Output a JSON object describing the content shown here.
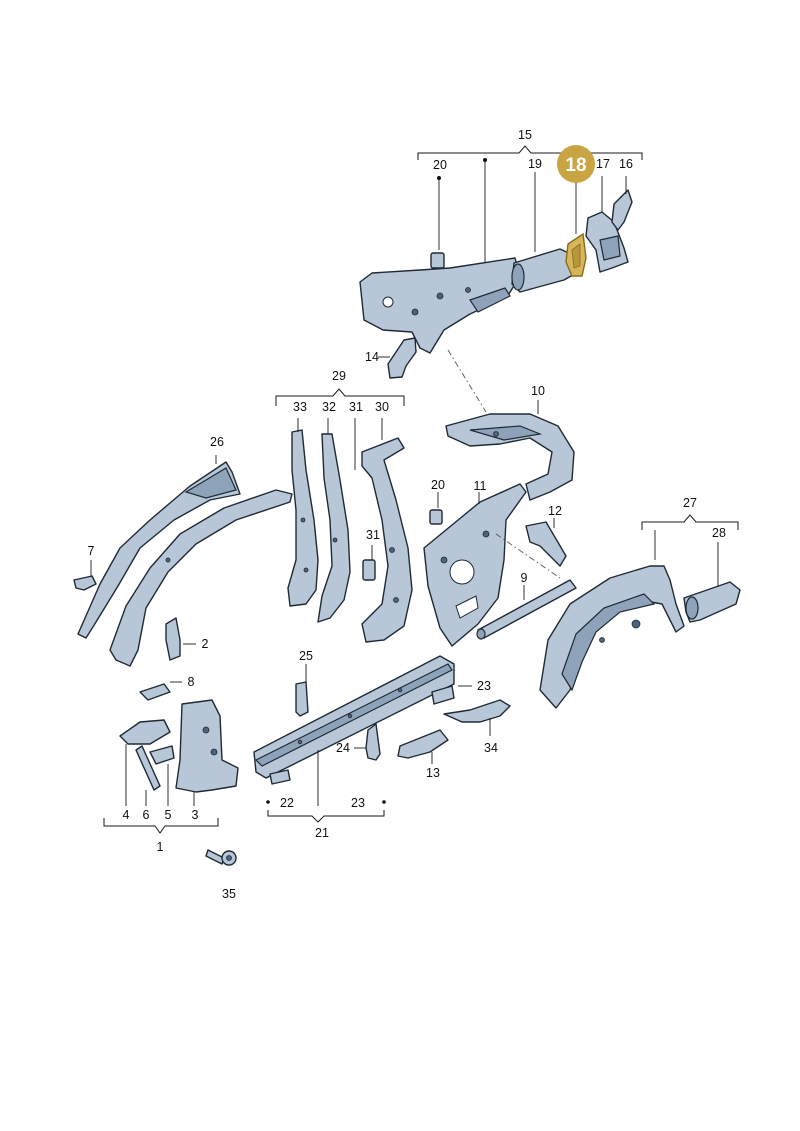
{
  "diagram": {
    "highlight": {
      "label": "18",
      "color": "#c9a443"
    },
    "labels": {
      "l1": "1",
      "l2": "2",
      "l3": "3",
      "l4": "4",
      "l5": "5",
      "l6": "6",
      "l7": "7",
      "l8": "8",
      "l9": "9",
      "l10": "10",
      "l11": "11",
      "l12": "12",
      "l13": "13",
      "l14": "14",
      "l15": "15",
      "l16": "16",
      "l17": "17",
      "l19": "19",
      "l20a": "20",
      "l20b": "20",
      "l21": "21",
      "l22": "22",
      "l23a": "23",
      "l23b": "23",
      "l24": "24",
      "l25": "25",
      "l26": "26",
      "l27": "27",
      "l28": "28",
      "l29": "29",
      "l30": "30",
      "l31a": "31",
      "l31b": "31",
      "l32": "32",
      "l33": "33",
      "l34": "34",
      "l35": "35"
    },
    "colors": {
      "part_fill": "#b7c7d8",
      "outline": "#1f2a36",
      "highlight": "#c9a443"
    }
  }
}
